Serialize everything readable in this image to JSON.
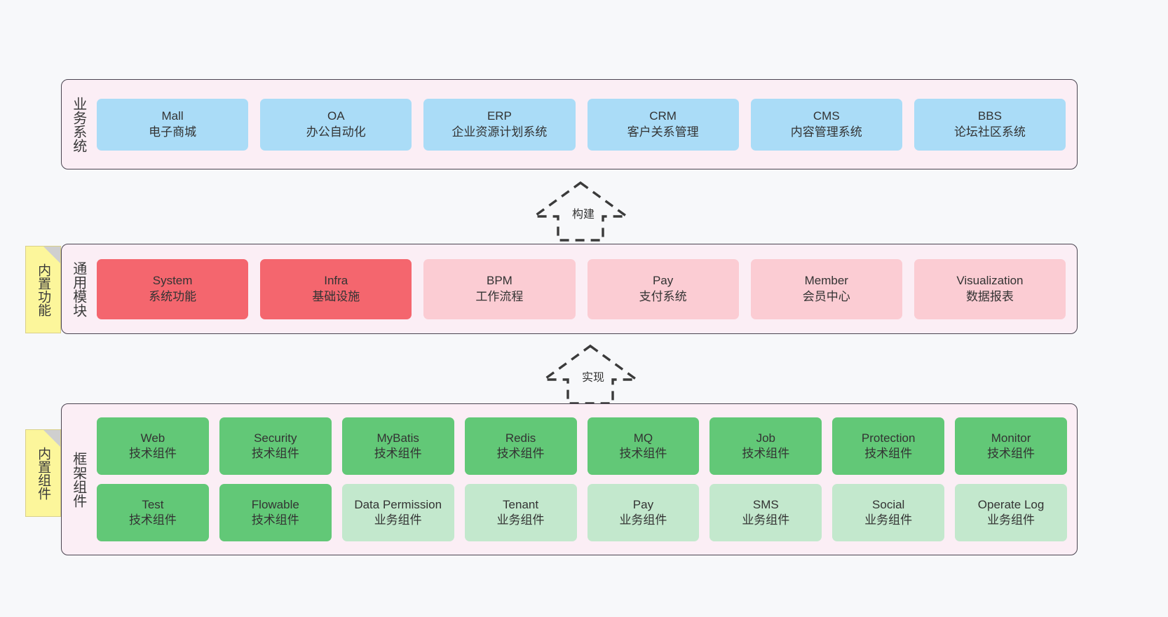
{
  "diagram": {
    "title": "Layered system architecture",
    "background_color": "#f7f8fa",
    "layer_fill": "#fbeef5",
    "layer_border": "#4a4450"
  },
  "layers": [
    {
      "id": "business",
      "title": "业务系统",
      "card_color": "#aadcf7",
      "cards": [
        {
          "t1": "Mall",
          "t2": "电子商城"
        },
        {
          "t1": "OA",
          "t2": "办公自动化"
        },
        {
          "t1": "ERP",
          "t2": "企业资源计划系统"
        },
        {
          "t1": "CRM",
          "t2": "客户关系管理"
        },
        {
          "t1": "CMS",
          "t2": "内容管理系统"
        },
        {
          "t1": "BBS",
          "t2": "论坛社区系统"
        }
      ]
    },
    {
      "id": "modules",
      "title": "通用模块",
      "card_color_primary": "#f4666e",
      "card_color_secondary": "#fbccd3",
      "cards": [
        {
          "t1": "System",
          "t2": "系统功能",
          "variant": "primary"
        },
        {
          "t1": "Infra",
          "t2": "基础设施",
          "variant": "primary"
        },
        {
          "t1": "BPM",
          "t2": "工作流程",
          "variant": "secondary"
        },
        {
          "t1": "Pay",
          "t2": "支付系统",
          "variant": "secondary"
        },
        {
          "t1": "Member",
          "t2": "会员中心",
          "variant": "secondary"
        },
        {
          "t1": "Visualization",
          "t2": "数据报表",
          "variant": "secondary"
        }
      ]
    },
    {
      "id": "framework",
      "title": "框架组件",
      "card_color_tech": "#62c877",
      "card_color_biz": "#c3e8cd",
      "cards": [
        {
          "t1": "Web",
          "t2": "技术组件",
          "variant": "tech"
        },
        {
          "t1": "Security",
          "t2": "技术组件",
          "variant": "tech"
        },
        {
          "t1": "MyBatis",
          "t2": "技术组件",
          "variant": "tech"
        },
        {
          "t1": "Redis",
          "t2": "技术组件",
          "variant": "tech"
        },
        {
          "t1": "MQ",
          "t2": "技术组件",
          "variant": "tech"
        },
        {
          "t1": "Job",
          "t2": "技术组件",
          "variant": "tech"
        },
        {
          "t1": "Protection",
          "t2": "技术组件",
          "variant": "tech"
        },
        {
          "t1": "Monitor",
          "t2": "技术组件",
          "variant": "tech"
        },
        {
          "t1": "Test",
          "t2": "技术组件",
          "variant": "tech"
        },
        {
          "t1": "Flowable",
          "t2": "技术组件",
          "variant": "tech"
        },
        {
          "t1": "Data Permission",
          "t2": "业务组件",
          "variant": "biz",
          "wrap": true
        },
        {
          "t1": "Tenant",
          "t2": "业务组件",
          "variant": "biz"
        },
        {
          "t1": "Pay",
          "t2": "业务组件",
          "variant": "biz"
        },
        {
          "t1": "SMS",
          "t2": "业务组件",
          "variant": "biz"
        },
        {
          "t1": "Social",
          "t2": "业务组件",
          "variant": "biz"
        },
        {
          "t1": "Operate Log",
          "t2": "业务组件",
          "variant": "biz"
        }
      ]
    }
  ],
  "notes": [
    {
      "id": "functions",
      "label": "内置功能",
      "color": "#fcf69b"
    },
    {
      "id": "components",
      "label": "内置组件",
      "color": "#fcf69b"
    }
  ],
  "connectors": [
    {
      "id": "build",
      "label": "构建",
      "style": "dashed-generalization"
    },
    {
      "id": "impl",
      "label": "实现",
      "style": "dashed-generalization"
    }
  ]
}
